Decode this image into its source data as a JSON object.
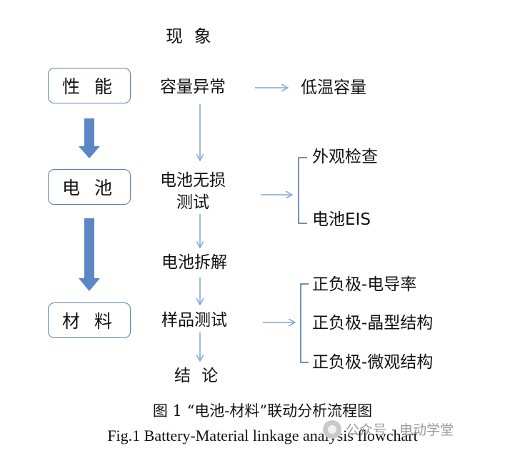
{
  "diagram": {
    "header": "现 象",
    "levels": [
      "性 能",
      "电 池",
      "材 料"
    ],
    "steps": [
      "容量异常",
      "电池无损\n测试",
      "电池拆解",
      "样品测试",
      "结 论"
    ],
    "results": {
      "capacity": [
        "低温容量"
      ],
      "nondestructive": [
        "外观检查",
        "电池EIS"
      ],
      "sample": [
        "正负极-电导率",
        "正负极-晶型结构",
        "正负极-微观结构"
      ]
    },
    "colors": {
      "box_border": "#5a80b6",
      "thick_arrow": "#5b87c5",
      "thin_arrow": "#7ea6d8",
      "bracket": "#3f6fae"
    }
  },
  "caption": {
    "cn": "图 1 “电池-材料”联动分析流程图",
    "en": "Fig.1 Battery-Material linkage analysis flowchart"
  },
  "watermark": {
    "text": "公众号 · 电动学堂",
    "icon": "wechat-logo-icon"
  }
}
